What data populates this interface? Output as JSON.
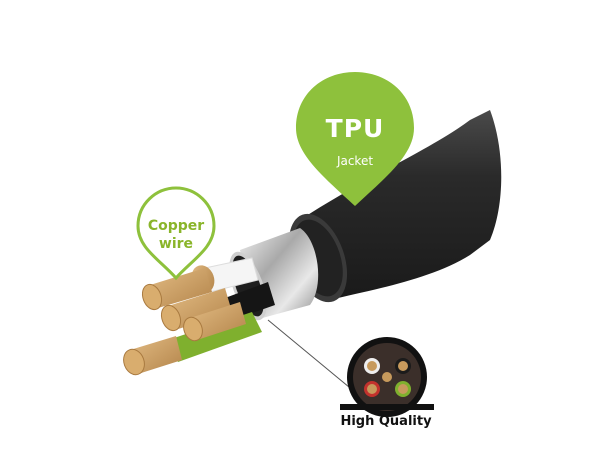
{
  "callouts": {
    "jacket": {
      "title": "TPU",
      "subtitle": "Jacket",
      "color": "#8ec13c"
    },
    "wire": {
      "line1": "Copper",
      "line2": "wire",
      "color": "#8ec13c"
    }
  },
  "quality": {
    "label": "High Quality"
  },
  "colors": {
    "jacket": "#2b2b2b",
    "copper": "#c79a5c",
    "accent_green": "#8ec13c"
  },
  "icons": [
    "cable-illustration",
    "cross-section-icon"
  ]
}
